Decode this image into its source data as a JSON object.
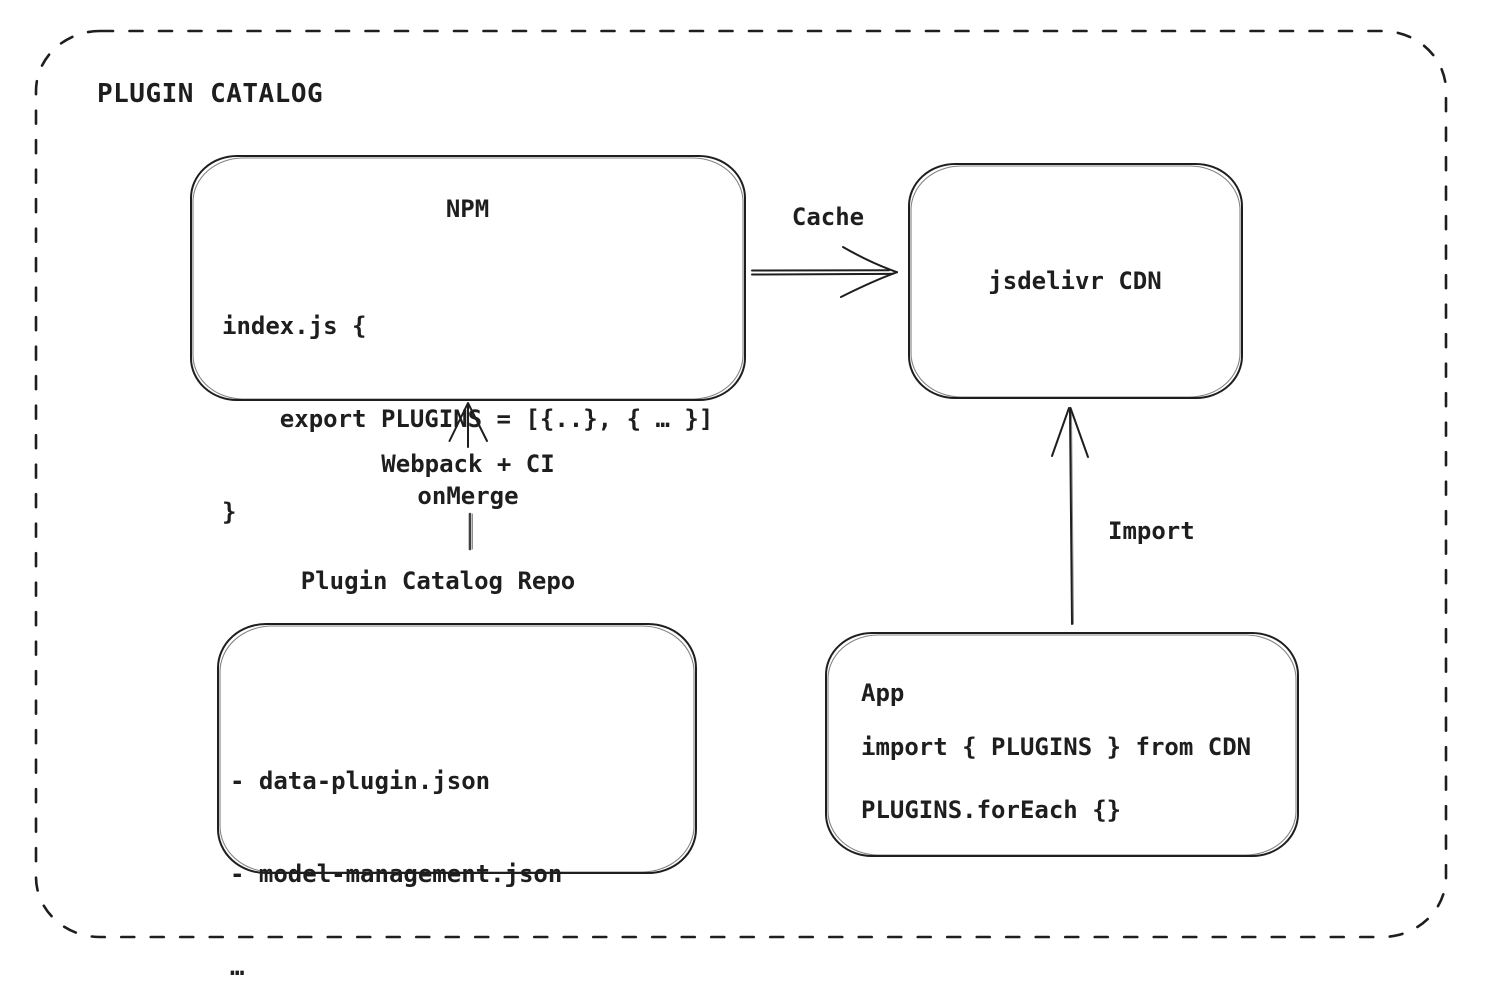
{
  "diagram": {
    "colors": {
      "stroke": "#1e1e1e",
      "background": "#ffffff"
    },
    "frame": {
      "title": "PLUGIN CATALOG"
    },
    "nodes": {
      "npm": {
        "title": "NPM",
        "code": [
          "index.js {",
          "    export PLUGINS = [{..}, { … }]",
          "}"
        ]
      },
      "cdn": {
        "label": "jsdelivr CDN"
      },
      "repo": {
        "title": "Plugin Catalog Repo",
        "files": [
          "- data-plugin.json",
          "- model-management.json",
          "…"
        ]
      },
      "app": {
        "title": "App",
        "code": [
          "import { PLUGINS } from CDN",
          "PLUGINS.forEach {}"
        ]
      }
    },
    "edges": {
      "cache": {
        "label": "Cache",
        "from": "NPM",
        "to": "jsdelivr CDN"
      },
      "build": {
        "label": "Webpack + CI\nonMerge",
        "from": "Plugin Catalog Repo",
        "to": "NPM"
      },
      "import": {
        "label": "Import",
        "from": "App",
        "to": "jsdelivr CDN"
      }
    }
  }
}
